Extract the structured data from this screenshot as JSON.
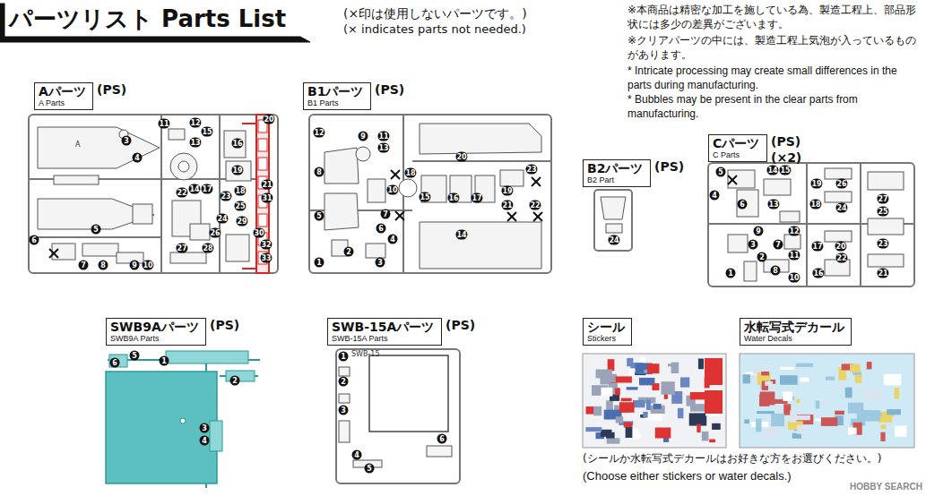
{
  "diagram": {
    "title": "パーツリスト Parts List",
    "nodes": [
      {
        "text": [
          "Aパーツ",
          "A Parts",
          "(PS)"
        ]
      },
      {
        "text": [
          "B1パーツ",
          "B1 Parts",
          "(PS)"
        ]
      },
      {
        "text": [
          "B2パーツ",
          "B2 Part",
          "(PS)"
        ]
      },
      {
        "text": [
          "Cパーツ",
          "C Parts",
          "(PS)",
          "(×2)"
        ]
      },
      {
        "text": [
          "SWB9Aパーツ",
          "SWB9A Parts",
          "(PS)"
        ]
      },
      {
        "text": [
          "SWB-15Aパーツ",
          "SWB-15A Parts",
          "(PS)"
        ]
      },
      {
        "text": [
          "シール",
          "Stickers"
        ]
      },
      {
        "text": [
          "水転写式デカール",
          "Water Decals"
        ]
      }
    ],
    "labels": [
      "(×印は使用しないパーツです。)",
      "(× indicates parts not needed.)",
      "※本商品は精密な加工を施している為、製造工程上、部品形状には多少の差異がございます。",
      "※クリアパーツの中には、製造工程上気泡が入っているものがあります。",
      "* Intricate processing may create small differences in the parts during manufacturing.",
      "* Bubbles may be present in the clear parts from manufacturing.",
      "(シールか水転写式デカールはお好きな方をお選びください。)",
      "(Choose either stickers or water decals.)",
      "HOBBY SEARCH",
      "A",
      "11",
      "12",
      "15",
      "3",
      "13",
      "4",
      "16",
      "20",
      "19",
      "18",
      "22",
      "14",
      "17",
      "23",
      "21",
      "31",
      "25",
      "24",
      "29",
      "26",
      "30",
      "27",
      "28",
      "32",
      "33",
      "5",
      "6",
      "7",
      "8",
      "9",
      "10",
      "12",
      "9",
      "11",
      "13",
      "20",
      "8",
      "18",
      "10",
      "15",
      "16",
      "17",
      "19",
      "23",
      "21",
      "22",
      "14",
      "5",
      "7",
      "6",
      "4",
      "1",
      "2",
      "3",
      "24",
      "5",
      "14",
      "15",
      "4",
      "19",
      "26",
      "27",
      "6",
      "13",
      "18",
      "24",
      "25",
      "9",
      "12",
      "3",
      "7",
      "11",
      "17",
      "20",
      "2",
      "22",
      "23",
      "1",
      "8",
      "10",
      "16",
      "21",
      "6",
      "5",
      "1",
      "2",
      "3",
      "4",
      "SWB-15",
      "1",
      "2",
      "3",
      "4",
      "5",
      "6"
    ]
  }
}
